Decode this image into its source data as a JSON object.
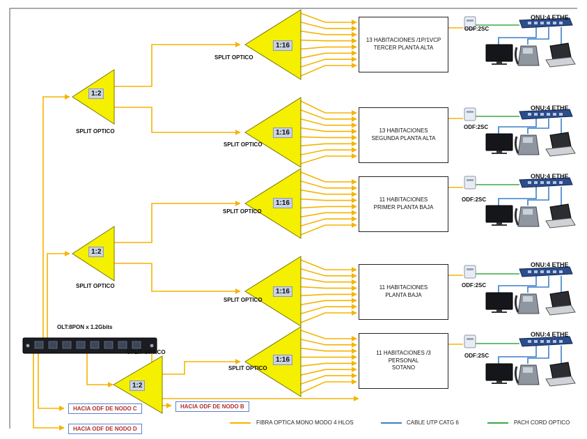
{
  "olt": {
    "label": "OLT:8PON  x 1.2Gbits"
  },
  "first_stage": [
    {
      "ratio": "1:2",
      "label": "SPLIT OPTICO"
    },
    {
      "ratio": "1:2",
      "label": "SPLIT OPTICO"
    },
    {
      "ratio": "1:2",
      "label": "SPLIT OPTICO"
    }
  ],
  "second_stage": [
    {
      "ratio": "1:16",
      "label": "SPLIT OPTICO"
    },
    {
      "ratio": "1:16",
      "label": "SPLIT OPTICO"
    },
    {
      "ratio": "1:16",
      "label": "SPLIT OPTICO"
    },
    {
      "ratio": "1:16",
      "label": "SPLIT OPTICO"
    },
    {
      "ratio": "1:16",
      "label": "SPLIT OPTICO"
    }
  ],
  "floors": [
    {
      "lines": [
        "13 HABITACIONES /1P/1VCP",
        "TERCER PLANTA ALTA"
      ],
      "odf": "ODF:2SC",
      "onu": "ONU:4 ETHE"
    },
    {
      "lines": [
        "13 HABITACIONES",
        "SEGUNDA PLANTA ALTA"
      ],
      "odf": "ODF:2SC",
      "onu": "ONU:4 ETHE"
    },
    {
      "lines": [
        "11 HABITACIONES",
        "PRIMER PLANTA BAJA"
      ],
      "odf": "ODF:2SC",
      "onu": "ONU:4 ETHE"
    },
    {
      "lines": [
        "11 HABITACIONES",
        "PLANTA BAJA"
      ],
      "odf": "ODF:2SC",
      "onu": "ONU:4 ETHE"
    },
    {
      "lines": [
        "11 HABITACIONES /3",
        "PERSONAL",
        "SOTANO"
      ],
      "odf": "ODF:2SC",
      "onu": "ONU:4 ETHE"
    }
  ],
  "destinations": [
    {
      "label": "HACIA ODF DE NODO C"
    },
    {
      "label": "HACIA ODF DE NODO B"
    },
    {
      "label": "HACIA ODF DE NODO D"
    }
  ],
  "legend": [
    {
      "label": "FIBRA OPTICA MONO MODO 4 HLOS",
      "color": "#f5b400"
    },
    {
      "label": "CABLE UTP CATG 6",
      "color": "#3b7ec9"
    },
    {
      "label": "PACH CORD OPTICO",
      "color": "#3aa845"
    }
  ],
  "colors": {
    "fiber": "#f5b400",
    "utp": "#3b7ec9",
    "patch": "#3aa845",
    "splitter": "#f5ef00",
    "onu": "#2b4d8c"
  }
}
